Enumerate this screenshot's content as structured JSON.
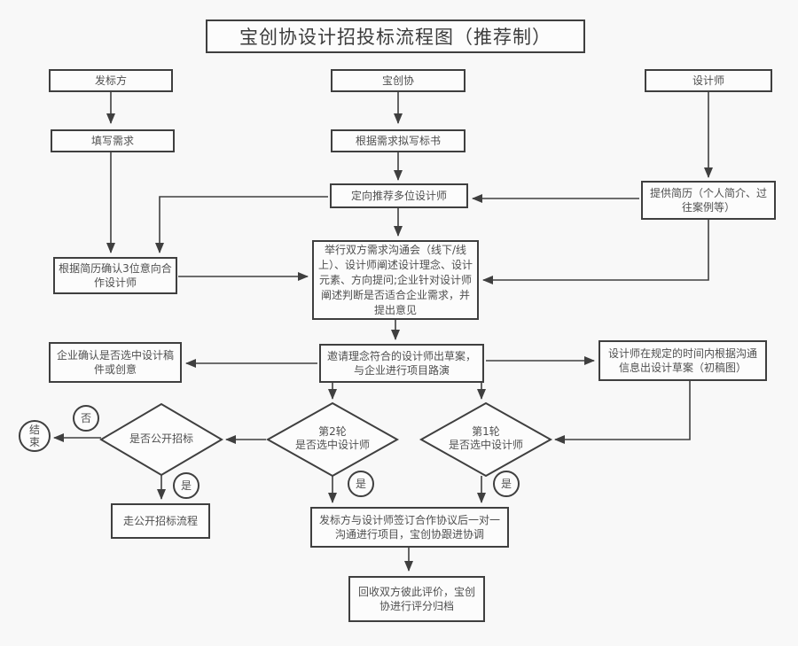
{
  "page": {
    "background": "#f8f8f8",
    "line_color": "#3f3f3f",
    "node_fill": "#fcfcfc"
  },
  "title": "宝创协设计招投标流程图（推荐制）",
  "nodes": {
    "issuer": {
      "label": "发标方"
    },
    "baochuangxie": {
      "label": "宝创协"
    },
    "designer": {
      "label": "设计师"
    },
    "fill_requirements": {
      "label": "填写需求"
    },
    "draft_tender": {
      "label": "根据需求拟写标书"
    },
    "recommend_designers": {
      "label": "定向推荐多位设计师"
    },
    "provide_resume": {
      "label": "提供简历（个人简介、过往案例等）"
    },
    "confirm_three": {
      "label": "根据简历确认3位意向合作设计师"
    },
    "communication_meeting": {
      "label": "举行双方需求沟通会（线下/线上）、设计师阐述设计理念、设计元素、方向提问;企业针对设计师阐述判断是否适合企业需求，并提出意见"
    },
    "confirm_selection": {
      "label": "企业确认是否选中设计稿件或创意"
    },
    "invite_draft": {
      "label": "邀请理念符合的设计师出草案，与企业进行项目路演"
    },
    "designer_draft": {
      "label": "设计师在规定的时间内根据沟通信息出设计草案（初稿图）"
    },
    "open_bidding_decision": {
      "label": "是否公开招标"
    },
    "round2_decision": {
      "line1": "第2轮",
      "line2": "是否选中设计师"
    },
    "round1_decision": {
      "line1": "第1轮",
      "line2": "是否选中设计师"
    },
    "end": {
      "label": "结束"
    },
    "no": {
      "label": "否"
    },
    "yes": {
      "label": "是"
    },
    "open_bidding_process": {
      "label": "走公开招标流程"
    },
    "sign_agreement": {
      "label": "发标方与设计师签订合作协议后一对一沟通进行项目，宝创协跟进协调"
    },
    "collect_feedback": {
      "label": "回收双方彼此评价，宝创协进行评分归档"
    }
  },
  "edges": [
    "发标方→填写需求",
    "宝创协→根据需求拟写标书",
    "设计师→提供简历（个人简介、过往案例等）",
    "根据需求拟写标书→定向推荐多位设计师",
    "提供简历（个人简介、过往案例等）→定向推荐多位设计师",
    "填写需求→根据简历确认3位意向合作设计师",
    "定向推荐多位设计师→根据简历确认3位意向合作设计师",
    "定向推荐多位设计师→举行双方需求沟通会",
    "根据简历确认3位意向合作设计师→举行双方需求沟通会",
    "提供简历（个人简介、过往案例等）→举行双方需求沟通会",
    "举行双方需求沟通会→邀请理念符合的设计师出草案",
    "邀请理念符合的设计师出草案→企业确认是否选中设计稿件或创意",
    "邀请理念符合的设计师出草案→设计师在规定的时间内根据沟通信息出设计草案（初稿图）",
    "邀请理念符合的设计师出草案→第2轮是否选中设计师",
    "邀请理念符合的设计师出草案→第1轮是否选中设计师",
    "设计师在规定的时间内根据沟通信息出设计草案（初稿图）→第1轮是否选中设计师",
    "第2轮是否选中设计师→是否公开招标",
    "是否公开招标→[否]→结束",
    "是否公开招标→[是]→走公开招标流程",
    "第2轮是否选中设计师→[是]→发标方与设计师签订合作协议",
    "第1轮是否选中设计师→[是]→发标方与设计师签订合作协议",
    "发标方与设计师签订合作协议→回收双方彼此评价"
  ]
}
